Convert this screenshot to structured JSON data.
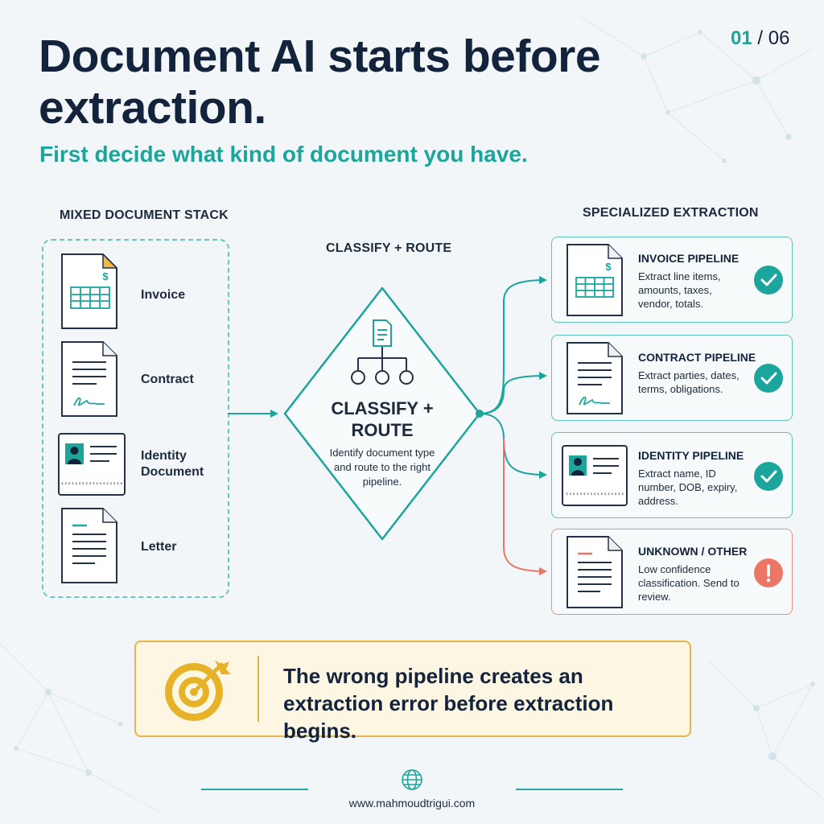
{
  "header": {
    "title": "Document AI starts before extraction.",
    "subtitle": "First decide what kind of document you have.",
    "pager_current": "01",
    "pager_separator": "/",
    "pager_total": "06"
  },
  "stack": {
    "label": "MIXED DOCUMENT STACK",
    "documents": [
      {
        "label": "Invoice",
        "icon": "invoice-icon"
      },
      {
        "label": "Contract",
        "icon": "contract-icon"
      },
      {
        "label": "Identity Document",
        "icon": "id-card-icon"
      },
      {
        "label": "Letter",
        "icon": "letter-icon"
      }
    ]
  },
  "router": {
    "label": "CLASSIFY + ROUTE",
    "title": "CLASSIFY + ROUTE",
    "description": "Identify document type and route to the right pipeline.",
    "icon": "hierarchy-icon"
  },
  "extraction": {
    "label": "SPECIALIZED EXTRACTION",
    "pipelines": [
      {
        "title": "INVOICE PIPELINE",
        "description": "Extract line items, amounts, taxes, vendor, totals.",
        "status": "check-icon"
      },
      {
        "title": "CONTRACT PIPELINE",
        "description": "Extract parties, dates, terms, obligations.",
        "status": "check-icon"
      },
      {
        "title": "IDENTITY PIPELINE",
        "description": "Extract name, ID number, DOB, expiry, address.",
        "status": "check-icon"
      },
      {
        "title": "UNKNOWN / OTHER",
        "description": "Low confidence classification. Send to review.",
        "status": "exclamation-icon"
      }
    ]
  },
  "callout": {
    "text": "The wrong pipeline creates an extraction error before extraction begins.",
    "icon": "target-icon"
  },
  "footer": {
    "url": "www.mahmoudtrigui.com",
    "icon": "globe-icon"
  },
  "colors": {
    "accent": "#1ba59c",
    "warning": "#ec7565",
    "callout_border": "#e8b646",
    "text": "#12233b"
  }
}
